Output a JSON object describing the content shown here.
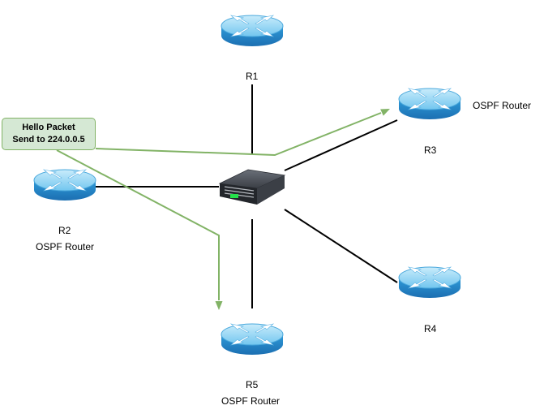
{
  "note": {
    "line1": "Hello Packet",
    "line2": "Send to 224.0.0.5"
  },
  "routers": [
    {
      "name": "R1",
      "subtitle": ""
    },
    {
      "name": "R2",
      "subtitle": "OSPF Router"
    },
    {
      "name": "R3",
      "subtitle": "OSPF Router"
    },
    {
      "name": "R4",
      "subtitle": ""
    },
    {
      "name": "R5",
      "subtitle": "OSPF Router"
    }
  ],
  "icons": {
    "router": "router-icon",
    "switch": "network-switch-icon"
  },
  "colors": {
    "link": "#000000",
    "packet_arrow": "#82b366",
    "note_fill": "#d5e8d4",
    "note_border": "#82b366",
    "router_body": "#3aa0e0"
  }
}
